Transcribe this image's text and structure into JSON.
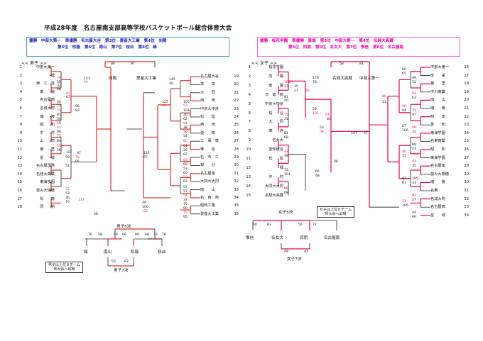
{
  "title": "平成28年度　名古屋南支部高等学校バスケットボール総合体育大会",
  "male_results": [
    [
      "優勝　中部大第一",
      "準優勝　名古屋大谷",
      "第3位　愛産大工業",
      "第4位　向陽"
    ],
    [
      "第5位　松蔭",
      "第6位　南山",
      "第7位　桜台",
      "第8位　緑"
    ]
  ],
  "female_results": [
    [
      "優勝　桜花学園",
      "準優勝　星城",
      "第3位　中部大第一",
      "第4位　名経大高蔵"
    ],
    [
      "第5位　同朋",
      "第6位　名女大",
      "第7位　惟信",
      "第8位　名古屋南"
    ]
  ],
  "male_header": "<< 男子 >>",
  "female_header": "<< 女子 >>",
  "male_left": [
    {
      "n": "1",
      "name": "中部大第一"
    },
    {
      "n": "2",
      "name": "緑"
    },
    {
      "n": "3",
      "name": "東　工　専"
    },
    {
      "n": "4",
      "name": "南　　陽"
    },
    {
      "n": "5",
      "name": "名古屋西"
    },
    {
      "n": "6",
      "name": "名城大附"
    },
    {
      "n": "7",
      "name": "瑞　　陵"
    },
    {
      "n": "8",
      "name": "昭　　和"
    },
    {
      "n": "9",
      "name": "中　　村"
    },
    {
      "n": "10",
      "name": "山　　田"
    },
    {
      "n": "11",
      "name": "菊　　里"
    },
    {
      "n": "12",
      "name": "星　　城"
    },
    {
      "n": "13",
      "name": "名古屋国際"
    },
    {
      "n": "14",
      "name": "名経大高蔵"
    },
    {
      "n": "15",
      "name": "東海学園"
    },
    {
      "n": "16",
      "name": "愛み大瑞穂"
    },
    {
      "n": "17",
      "name": "松　　蔭"
    },
    {
      "n": "18",
      "name": "同　　朋"
    }
  ],
  "male_right": [
    {
      "n": "19",
      "name": "名古屋大谷"
    },
    {
      "n": "20",
      "name": "享　　栄"
    },
    {
      "n": "21",
      "name": "大　　同"
    },
    {
      "n": "22",
      "name": "熱　　田"
    },
    {
      "n": "23",
      "name": "中京大中京"
    },
    {
      "n": "24",
      "name": "松　　陰"
    },
    {
      "n": "25",
      "name": "熱　　田"
    },
    {
      "n": "26",
      "name": "愛　　知"
    },
    {
      "n": "27",
      "name": "工　事　専"
    },
    {
      "n": "28",
      "name": "惟　　信"
    },
    {
      "n": "29",
      "name": "名　市　工"
    },
    {
      "n": "30",
      "name": "桜　　台"
    },
    {
      "n": "31",
      "name": "名古屋南"
    },
    {
      "n": "32",
      "name": "大同大大同"
    },
    {
      "n": "33",
      "name": "南　　山"
    },
    {
      "n": "34",
      "name": "名　西　商"
    },
    {
      "n": "35",
      "name": "昭和工業"
    },
    {
      "n": "36",
      "name": "愛産大工業"
    }
  ],
  "female_left": [
    {
      "n": "1",
      "name": "桜花学園"
    },
    {
      "n": "2",
      "name": "向　　陽"
    },
    {
      "n": "3",
      "name": "南　　陽"
    },
    {
      "n": "4",
      "name": "日　進　西"
    },
    {
      "n": "5",
      "name": "中京大中京"
    },
    {
      "n": "6",
      "name": "桜　　台"
    },
    {
      "n": "7",
      "name": "大　　同"
    },
    {
      "n": "8",
      "name": "惟　　信"
    },
    {
      "n": "9",
      "name": "名女大"
    },
    {
      "n": "10",
      "name": "愛知総合"
    },
    {
      "n": "11",
      "name": "松　　陰"
    },
    {
      "n": "12",
      "name": "緑"
    },
    {
      "n": "13",
      "name": "中　　村"
    },
    {
      "n": "14",
      "name": "大同大大同"
    },
    {
      "n": "15",
      "name": "名経大高蔵"
    }
  ],
  "female_right": [
    {
      "n": "16",
      "name": "中部大第一"
    },
    {
      "n": "17",
      "name": "享　　栄"
    },
    {
      "n": "18",
      "name": "菊　　里"
    },
    {
      "n": "19",
      "name": "中川商業"
    },
    {
      "n": "20",
      "name": "南　　山"
    },
    {
      "n": "21",
      "name": "瑞　　陵"
    },
    {
      "n": "22",
      "name": "熱　　田"
    },
    {
      "n": "23",
      "name": "愛　　知"
    },
    {
      "n": "24",
      "name": "東海学園"
    },
    {
      "n": "25",
      "name": "名東商業"
    },
    {
      "n": "26",
      "name": "昭　　和"
    },
    {
      "n": "27",
      "name": "東海学園"
    },
    {
      "n": "28",
      "name": "名古屋南"
    },
    {
      "n": "29",
      "name": "愛み大瑞穂"
    },
    {
      "n": "30",
      "name": "瑞　　陵"
    },
    {
      "n": "31",
      "name": "名東"
    },
    {
      "n": "32",
      "name": "名城大附"
    },
    {
      "n": "33",
      "name": "名古屋西"
    },
    {
      "n": "34",
      "name": "星　　城"
    }
  ],
  "male_top_labels": {
    "left": "向陽",
    "right": "愛産大工業",
    "s1": "90",
    "s2": "97"
  },
  "female_top_labels": {
    "left": "名経大高蔵",
    "right": "中部大第一",
    "s1": "58",
    "s2": "81"
  },
  "male_place5": {
    "title": "男子5決",
    "teams": [
      "緑",
      "南山",
      "松蔭",
      "桜台"
    ],
    "scores": [
      "76",
      "58",
      "50",
      "68",
      "89",
      "68",
      "53",
      "76",
      "53",
      "63"
    ],
    "sub": "男子7決",
    "note": "男子は上位８チーム\n県大会へ出場"
  },
  "female_place5": {
    "title": "女子5決",
    "teams": [
      "惟信",
      "名女大",
      "同朋",
      "名古屋南"
    ],
    "scores": [
      "50",
      "83",
      "56",
      "72",
      "49",
      "47"
    ],
    "sub": "女子7決",
    "note": "女子は上位８チーム\n県大会へ出場"
  },
  "male_scores": [
    "79",
    "55",
    "32",
    "86",
    "81",
    "67",
    "50",
    "71",
    "53",
    "81",
    "54",
    "15",
    "67",
    "88",
    "73",
    "84",
    "55",
    "56",
    "87",
    "59",
    "78",
    "95",
    "51",
    "151",
    "54",
    "86",
    "83",
    "97",
    "33",
    "53",
    "36",
    "70",
    "113",
    "58",
    "49",
    "100",
    "62",
    "124",
    "67",
    "125",
    "40",
    "145",
    "40",
    "105",
    "53",
    "101",
    "20",
    "62",
    "84",
    "38",
    "50",
    "54",
    "80",
    "64",
    "26",
    "87",
    "66",
    "69",
    "53",
    "60",
    "53",
    "63",
    "57",
    "57",
    "54",
    "33",
    "75",
    "90",
    "75",
    "95"
  ],
  "female_scores": [
    "105",
    "27",
    "81",
    "40",
    "75",
    "21",
    "81",
    "68",
    "43",
    "49",
    "72",
    "101",
    "96",
    "68",
    "35",
    "21",
    "56",
    "176",
    "78",
    "29",
    "101",
    "66",
    "48",
    "53",
    "58",
    "107",
    "47",
    "88",
    "63",
    "81",
    "60",
    "65",
    "90",
    "94",
    "87",
    "106",
    "40",
    "17",
    "97",
    "61",
    "31",
    "105",
    "99",
    "52",
    "64",
    "62",
    "71",
    "97",
    "50",
    "32",
    "89",
    "43",
    "43",
    "35",
    "195",
    "33",
    "82",
    "57",
    "44",
    "66",
    "80",
    "31"
  ]
}
